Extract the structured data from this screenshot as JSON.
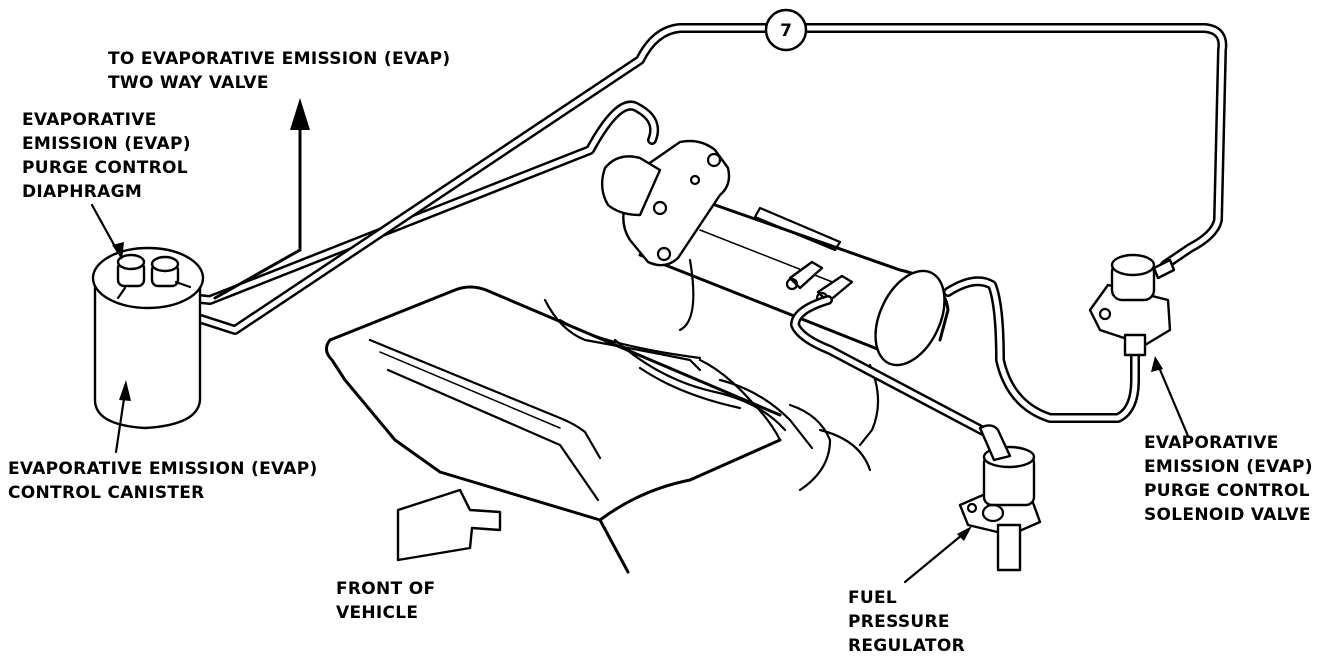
{
  "labels": {
    "two_way_valve": [
      "TO EVAPORATIVE EMISSION (EVAP)",
      "TWO WAY VALVE"
    ],
    "purge_diaphragm": [
      "EVAPORATIVE",
      "EMISSION (EVAP)",
      "PURGE CONTROL",
      "DIAPHRAGM"
    ],
    "canister": [
      "EVAPORATIVE EMISSION (EVAP)",
      "CONTROL CANISTER"
    ],
    "front": [
      "FRONT OF",
      "VEHICLE"
    ],
    "fuel_regulator": [
      "FUEL",
      "PRESSURE",
      "REGULATOR"
    ],
    "solenoid": [
      "EVAPORATIVE",
      "EMISSION (EVAP)",
      "PURGE CONTROL",
      "SOLENOID VALVE"
    ]
  },
  "hose_number": "7"
}
